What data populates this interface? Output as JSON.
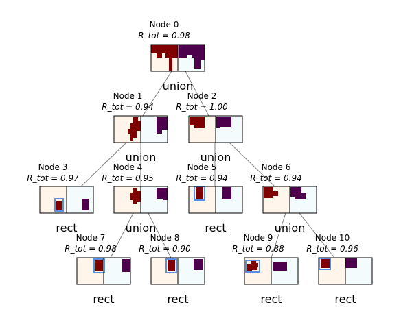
{
  "nodes": [
    {
      "title": "Node 0",
      "score": "R_tot = 0.98",
      "op": "union"
    },
    {
      "title": "Node 1",
      "score": "R_tot = 0.94",
      "op": "union"
    },
    {
      "title": "Node 2",
      "score": "R_tot = 1.00",
      "op": "union"
    },
    {
      "title": "Node 3",
      "score": "R_tot = 0.97",
      "op": "rect"
    },
    {
      "title": "Node 4",
      "score": "R_tot = 0.95",
      "op": "union"
    },
    {
      "title": "Node 5",
      "score": "R_tot = 0.94",
      "op": "rect"
    },
    {
      "title": "Node 6",
      "score": "R_tot = 0.94",
      "op": "union"
    },
    {
      "title": "Node 7",
      "score": "R_tot = 0.98",
      "op": "rect"
    },
    {
      "title": "Node 8",
      "score": "R_tot = 0.90",
      "op": "rect"
    },
    {
      "title": "Node 9",
      "score": "R_tot = 0.88",
      "op": "rect"
    },
    {
      "title": "Node 10",
      "score": "R_tot = 0.96",
      "op": "rect"
    }
  ],
  "colors": {
    "left_bg": "#fff5ea",
    "right_bg": "#f4fbfd",
    "red_blob": "#7f0000",
    "purple_blob": "#4d004b",
    "bbox": "#5b8de0",
    "edge": "#7f7f7f"
  }
}
